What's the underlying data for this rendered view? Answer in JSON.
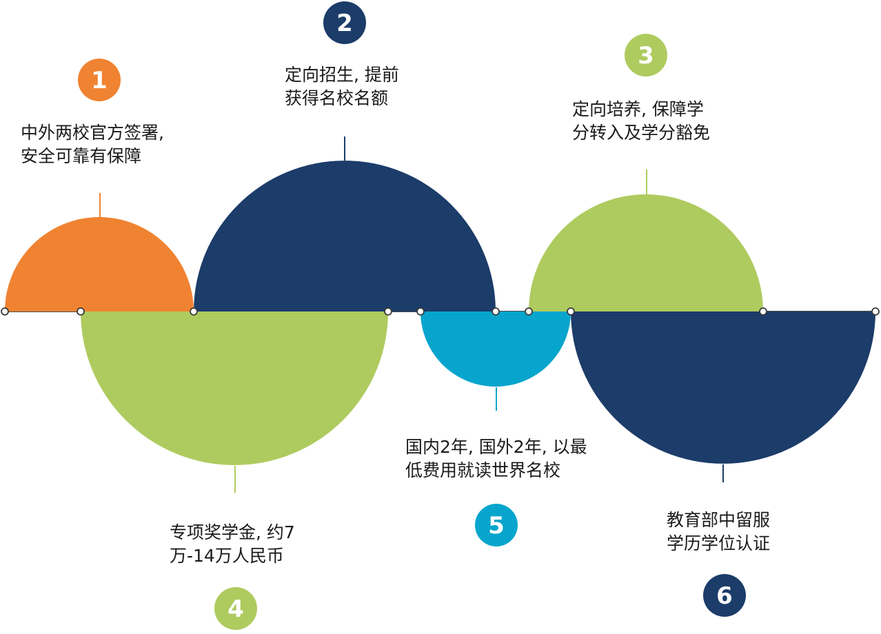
{
  "colors": {
    "orange": "#f08331",
    "navy": "#1c3c69",
    "green": "#aecb5f",
    "cyan": "#07a5cd",
    "axis": "#4a4a4a"
  },
  "items": [
    {
      "number": "1",
      "color": "orange",
      "lines": [
        "中外两校官方签署,",
        "安全可靠有保障"
      ]
    },
    {
      "number": "2",
      "color": "navy",
      "lines": [
        "定向招生, 提前",
        "获得名校名额"
      ]
    },
    {
      "number": "3",
      "color": "green",
      "lines": [
        "定向培养, 保障学",
        "分转入及学分豁免"
      ]
    },
    {
      "number": "4",
      "color": "green",
      "lines": [
        "专项奖学金, 约7",
        "万-14万人民币"
      ]
    },
    {
      "number": "5",
      "color": "cyan",
      "lines": [
        "国内2年, 国外2年, 以最",
        "低费用就读世界名校"
      ]
    },
    {
      "number": "6",
      "color": "navy",
      "lines": [
        "教育部中留服",
        "学历学位认证"
      ]
    }
  ]
}
